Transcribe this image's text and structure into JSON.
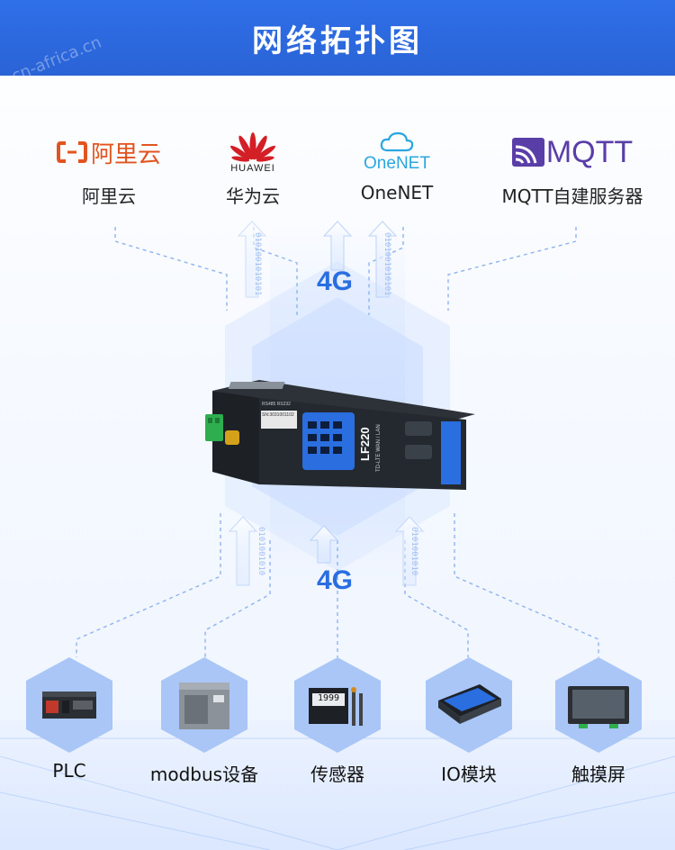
{
  "header": {
    "title": "网络拓扑图"
  },
  "watermark": {
    "text": "cn-africa.cn"
  },
  "clouds": [
    {
      "id": "aliyun",
      "logo_text": "阿里云",
      "label": "阿里云",
      "color": "#e1541f"
    },
    {
      "id": "huawei",
      "logo_text": "HUAWEI",
      "label": "华为云",
      "color": "#d31f26"
    },
    {
      "id": "onenet",
      "logo_text": "OneNET",
      "label": "OneNET",
      "color": "#2aa6df"
    },
    {
      "id": "mqtt",
      "logo_text": "MQTT",
      "label": "MQTT自建服务器",
      "color": "#5a3ea8"
    }
  ],
  "links": {
    "upper": "4G",
    "lower": "4G"
  },
  "device": {
    "model": "LF220",
    "subtitle": "TD-LTE WAN / LAN",
    "sn": "SN:3031001102",
    "port": "RS485  RS232"
  },
  "endpoints": [
    {
      "id": "plc",
      "label": "PLC"
    },
    {
      "id": "modbus",
      "label": "modbus设备"
    },
    {
      "id": "sensor",
      "label": "传感器",
      "display": "1999"
    },
    {
      "id": "io",
      "label": "IO模块"
    },
    {
      "id": "hmi",
      "label": "触摸屏"
    }
  ],
  "colors": {
    "header": "#2f6fe8",
    "accent": "#2a6ee0",
    "hex": "#a9c6f7"
  }
}
